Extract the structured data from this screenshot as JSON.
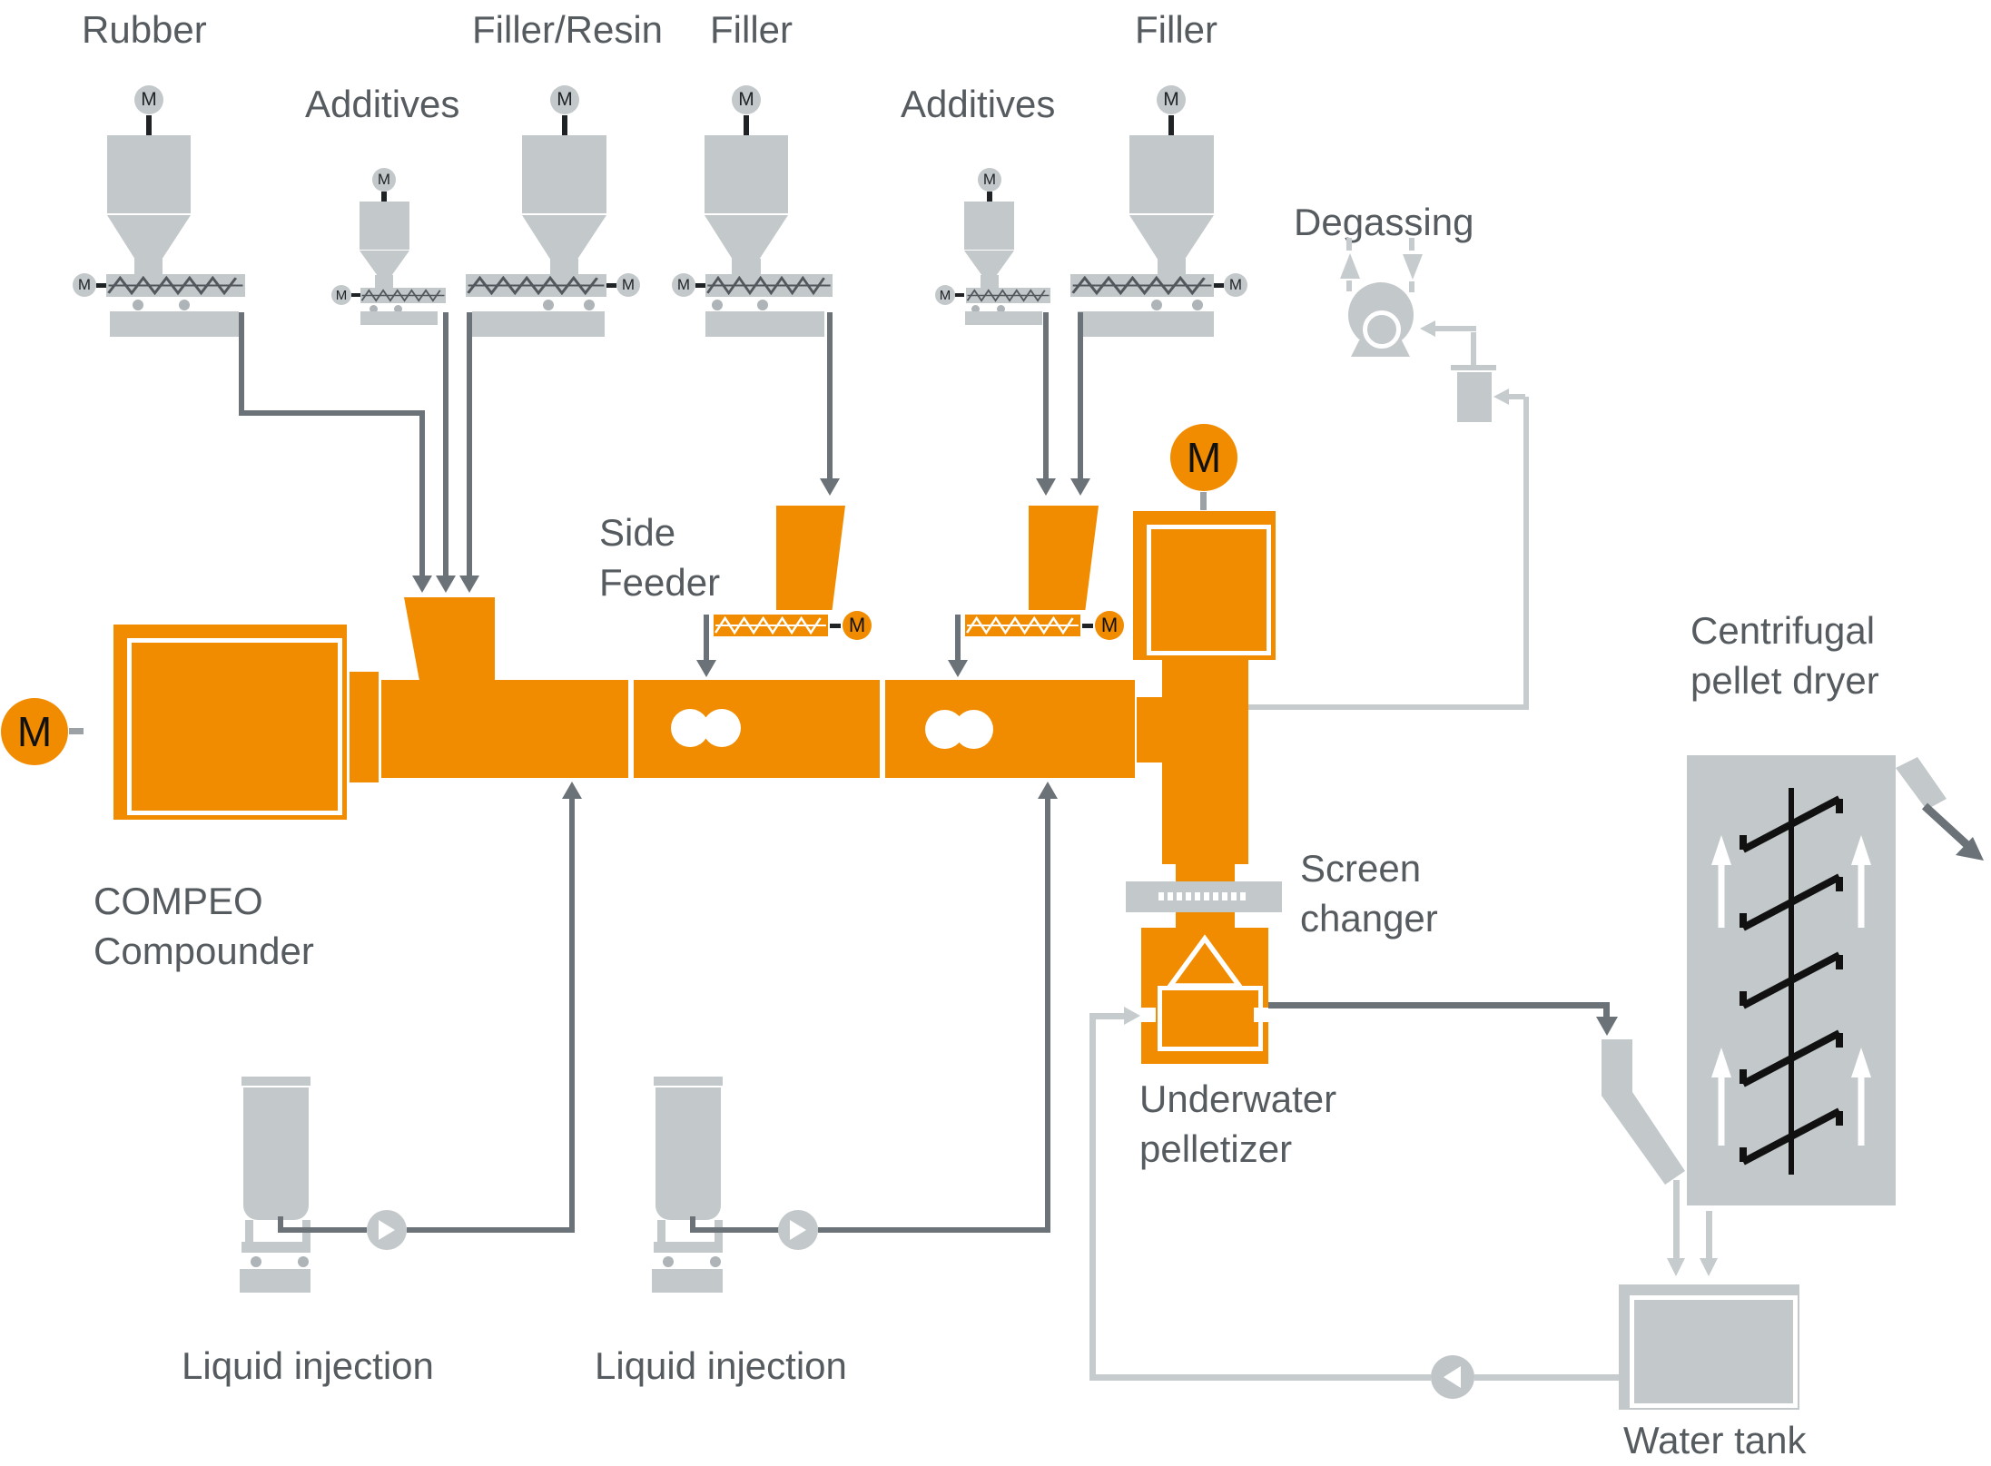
{
  "motor_letter": "M",
  "colors": {
    "orange": "#F18C00",
    "component_gray": "#C3C8CA",
    "line_light_gray": "#C6CBCD",
    "flow_arrow_gray": "#6B7278",
    "text_gray": "#565B5F"
  },
  "labels": {
    "rubber": "Rubber",
    "additives_1": "Additives",
    "filler_resin": "Filler/Resin",
    "filler_mid": "Filler",
    "additives_2": "Additives",
    "filler_right": "Filler",
    "degassing": "Degassing",
    "side_feeder": "Side\nFeeder",
    "compounder": "COMPEO\nCompounder",
    "screen_changer": "Screen\nchanger",
    "underwater_pelletizer": "Underwater\npelletizer",
    "centrifugal_dryer": "Centrifugal\npellet dryer",
    "liquid_injection_1": "Liquid injection",
    "liquid_injection_2": "Liquid injection",
    "water_tank": "Water tank"
  }
}
